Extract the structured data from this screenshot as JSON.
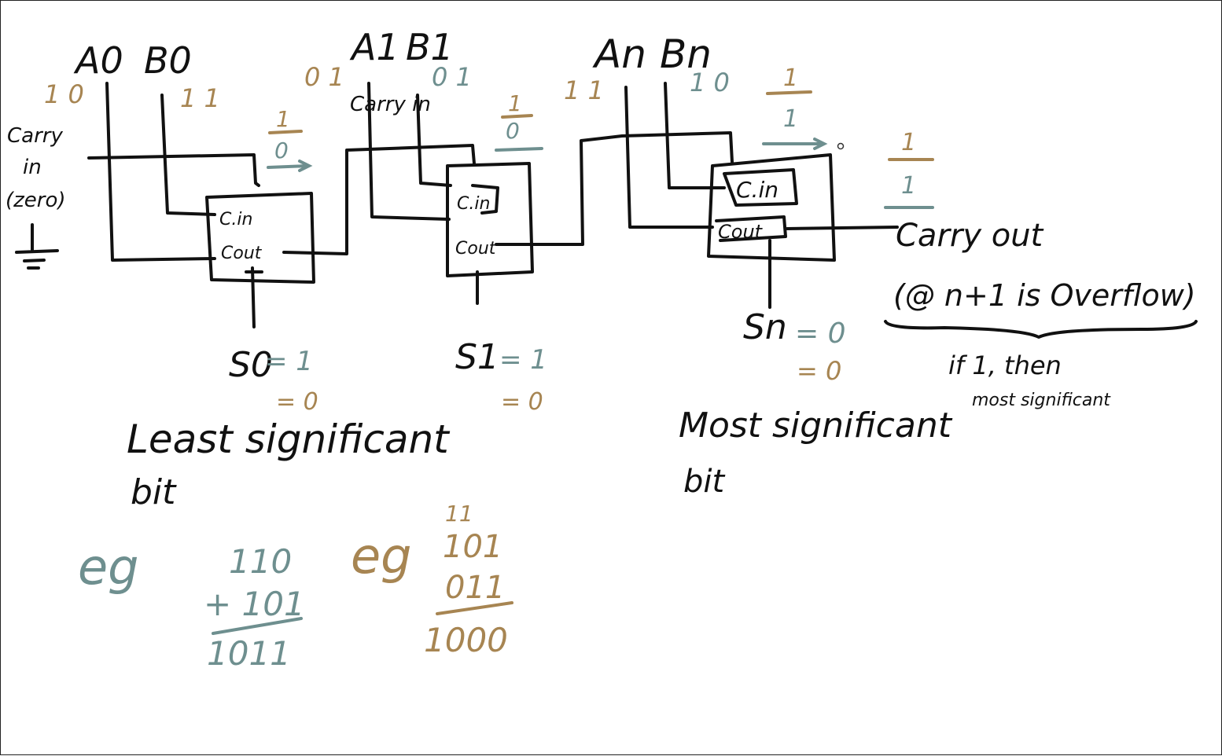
{
  "inputs": {
    "a0": "A0",
    "b0": "B0",
    "a1": "A1",
    "b1": "B1",
    "an": "An",
    "bn": "Bn",
    "a0_vals": "1 0",
    "b0_vals": "1 1",
    "a1_vals": "0 1",
    "b1_vals": "0 1",
    "an_vals": "1 1",
    "bn_vals": "1 0"
  },
  "carry": {
    "in_line1": "Carry",
    "in_line2": "in",
    "in_line3": "(zero)",
    "mid_label": "Carry in",
    "out_label": "Carry out",
    "overflow_note": "(@ n+1 is Overflow)",
    "if_note_line1": "if 1, then",
    "if_note_line2": "most significant"
  },
  "adders": {
    "cin": "C.in",
    "cout": "Cout"
  },
  "carry_values": {
    "c1_gold": "1",
    "c1_teal": "0",
    "c2_gold": "1",
    "c2_teal": "0",
    "c3_gold": "1",
    "c3_teal": "1",
    "c4_gold": "1",
    "c4_teal": "1"
  },
  "sums": {
    "s0": "S0",
    "s0_teal": "= 1",
    "s0_gold": "= 0",
    "s1": "S1",
    "s1_teal": "= 1",
    "s1_gold": "= 0",
    "sn": "Sn",
    "sn_teal": "= 0",
    "sn_gold": "= 0"
  },
  "labels": {
    "lsb_line1": "Least significant",
    "lsb_line2": "bit",
    "msb_line1": "Most significant",
    "msb_line2": "bit"
  },
  "examples": {
    "eg": "eg",
    "teal_row1": "110",
    "teal_row2": "+ 101",
    "teal_result": "1011",
    "gold_carries": "11",
    "gold_row1": "101",
    "gold_row2": "011",
    "gold_result": "1000"
  },
  "colors": {
    "ink": "#111111",
    "teal": "#6e8f8f",
    "gold": "#a78552"
  }
}
